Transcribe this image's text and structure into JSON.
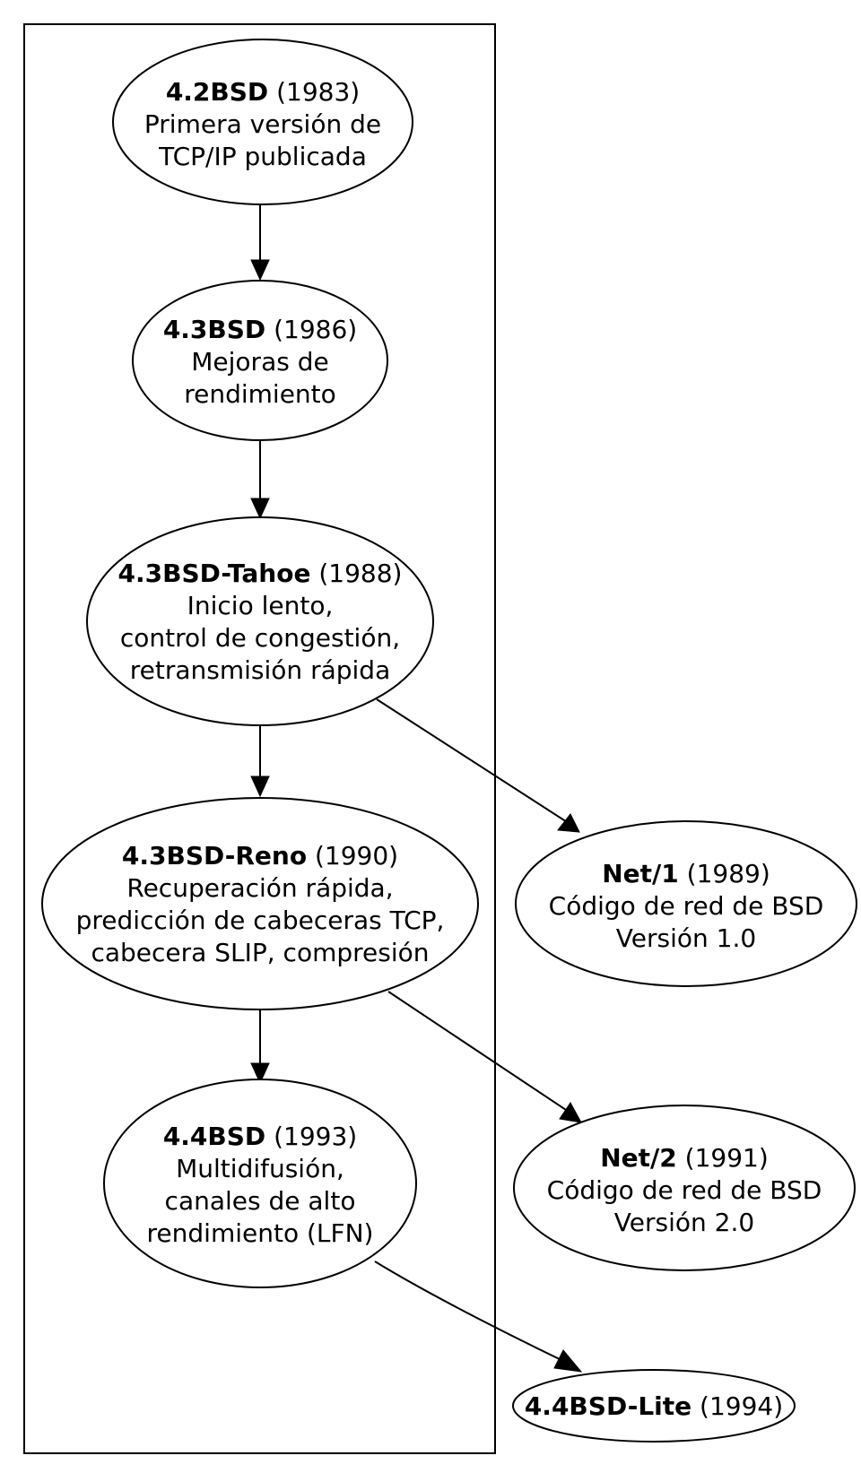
{
  "nodes": {
    "bsd42": {
      "name": "4.2BSD",
      "year": "(1983)",
      "line1": "Primera versión de",
      "line2": "TCP/IP publicada"
    },
    "bsd43": {
      "name": "4.3BSD",
      "year": "(1986)",
      "line1": "Mejoras de",
      "line2": "rendimiento"
    },
    "tahoe": {
      "name": "4.3BSD-Tahoe",
      "year": "(1988)",
      "line1": "Inicio lento,",
      "line2": "control de congestión,",
      "line3": "retransmisión rápida"
    },
    "reno": {
      "name": "4.3BSD-Reno",
      "year": "(1990)",
      "line1": "Recuperación rápida,",
      "line2": "predicción de cabeceras TCP,",
      "line3": "cabecera SLIP, compresión"
    },
    "bsd44": {
      "name": "4.4BSD",
      "year": "(1993)",
      "line1": "Multidifusión,",
      "line2": "canales de alto",
      "line3": "rendimiento (LFN)"
    },
    "net1": {
      "name": "Net/1",
      "year": "(1989)",
      "line1": "Código de red de BSD",
      "line2": "Versión 1.0"
    },
    "net2": {
      "name": "Net/2",
      "year": "(1991)",
      "line1": "Código de red de BSD",
      "line2": "Versión 2.0"
    },
    "lite": {
      "name": "4.4BSD-Lite",
      "year": "(1994)"
    }
  }
}
